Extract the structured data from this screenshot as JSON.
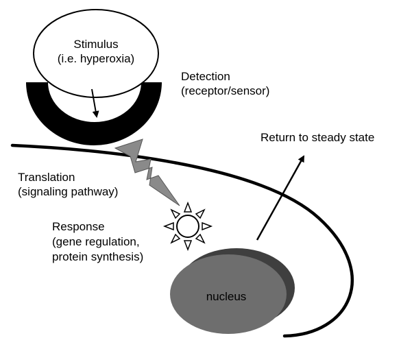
{
  "labels": {
    "stimulus_line1": "Stimulus",
    "stimulus_line2": "(i.e. hyperoxia)",
    "detection_line1": "Detection",
    "detection_line2": "(receptor/sensor)",
    "steady_state": "Return to steady state",
    "translation_line1": "Translation",
    "translation_line2": "(signaling pathway)",
    "response_line1": "Response",
    "response_line2": "(gene regulation,",
    "response_line3": "protein synthesis)",
    "nucleus": "nucleus"
  },
  "colors": {
    "background": "#ffffff",
    "line": "#000000",
    "receptor": "#000000",
    "lightning": "#8a8a8a",
    "nucleus_body": "#6e6e6e",
    "nucleus_shadow": "#3f3f3f",
    "text": "#000000"
  },
  "icons": {
    "response": "sun-burst-icon",
    "translation": "lightning-bolt-icon"
  }
}
